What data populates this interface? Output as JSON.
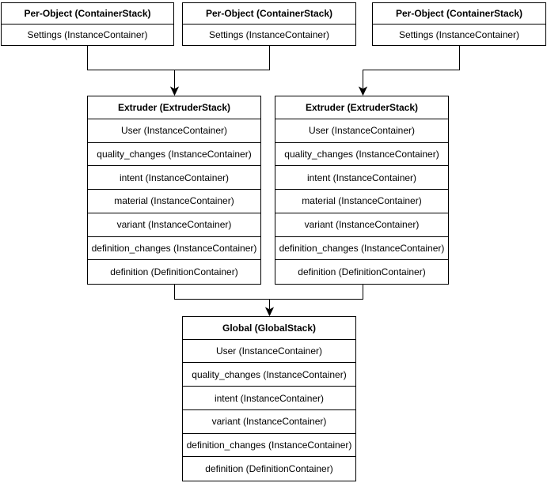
{
  "diagram": {
    "background_color": "#ffffff",
    "stroke_color": "#000000",
    "text_color": "#000000",
    "nodes": {
      "per_object_1": {
        "title": "Per-Object (ContainerStack)",
        "rows": [
          "Settings (InstanceContainer)"
        ]
      },
      "per_object_2": {
        "title": "Per-Object (ContainerStack)",
        "rows": [
          "Settings (InstanceContainer)"
        ]
      },
      "per_object_3": {
        "title": "Per-Object (ContainerStack)",
        "rows": [
          "Settings (InstanceContainer)"
        ]
      },
      "extruder_1": {
        "title": "Extruder (ExtruderStack)",
        "rows": [
          "User (InstanceContainer)",
          "quality_changes (InstanceContainer)",
          "intent (InstanceContainer)",
          "material (InstanceContainer)",
          "variant (InstanceContainer)",
          "definition_changes (InstanceContainer)",
          "definition (DefinitionContainer)"
        ]
      },
      "extruder_2": {
        "title": "Extruder (ExtruderStack)",
        "rows": [
          "User (InstanceContainer)",
          "quality_changes (InstanceContainer)",
          "intent (InstanceContainer)",
          "material (InstanceContainer)",
          "variant (InstanceContainer)",
          "definition_changes (InstanceContainer)",
          "definition (DefinitionContainer)"
        ]
      },
      "global": {
        "title": "Global (GlobalStack)",
        "rows": [
          "User (InstanceContainer)",
          "quality_changes (InstanceContainer)",
          "intent (InstanceContainer)",
          "variant (InstanceContainer)",
          "definition_changes (InstanceContainer)",
          "definition (DefinitionContainer)"
        ]
      }
    }
  }
}
